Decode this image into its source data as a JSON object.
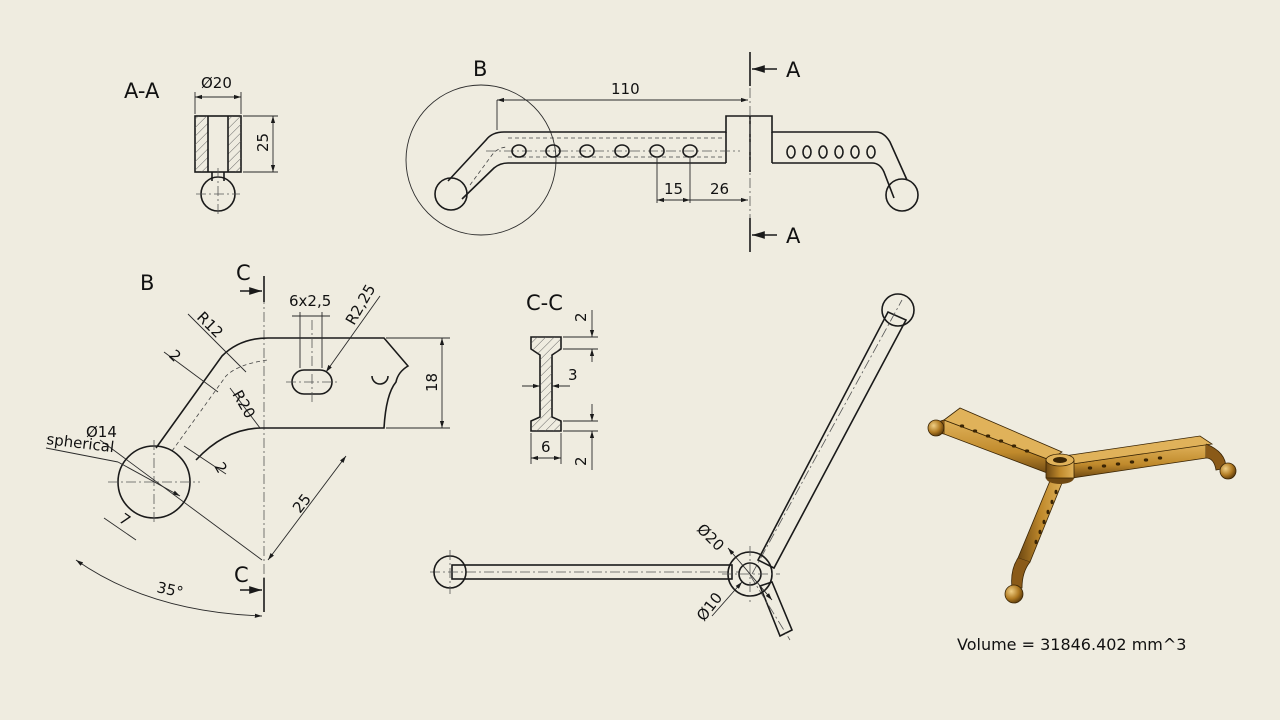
{
  "views": {
    "section_aa": {
      "title": "A-A",
      "dim_dia": "Ø20",
      "dim_height": "25"
    },
    "front": {
      "detail_label": "B",
      "section_mark_top": "A",
      "section_mark_bottom": "A",
      "dim_length": "110",
      "dim_pitch": "15",
      "dim_offset": "26"
    },
    "detail_b": {
      "title": "B",
      "section_mark_top": "C",
      "section_mark_bottom": "C",
      "dim_r12": "R12",
      "dim_holes": "6x2,5",
      "dim_r225": "R2,25",
      "dim_2a": "2",
      "dim_r20": "R20",
      "dim_18": "18",
      "dim_dia14": "Ø14",
      "dim_spherical": "spherical",
      "dim_2b": "2",
      "dim_7": "7",
      "dim_25": "25",
      "dim_angle": "35°"
    },
    "section_cc": {
      "title": "C-C",
      "dim_2_top": "2",
      "dim_3": "3",
      "dim_6": "6",
      "dim_2_bottom": "2"
    },
    "top": {
      "dim_dia20": "Ø20",
      "dim_dia10": "Ø10"
    },
    "iso": {
      "volume_text": "Volume = 31846.402 mm^3"
    }
  },
  "colors": {
    "background": "#efece0",
    "line": "#1a1a1a",
    "model_body": "#c08a2c",
    "model_shadow": "#6e4812",
    "model_light": "#e0b25a"
  }
}
